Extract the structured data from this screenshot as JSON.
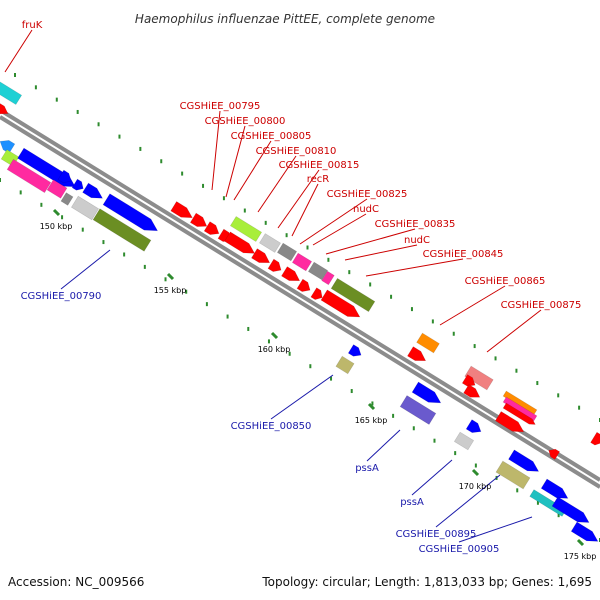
{
  "title": "Haemophilus influenzae PittEE, complete genome",
  "footer": {
    "accession": "Accession: NC_009566",
    "summary": "Topology: circular; Length: 1,813,033 bp; Genes: 1,695"
  },
  "colors": {
    "backbone": "#8c8c8c",
    "tick": "#2e8b2e",
    "label_red": "#cc0000",
    "label_blue": "#1a1aaa"
  },
  "ticks": [
    {
      "label": "150 kbp"
    },
    {
      "label": "155 kbp"
    },
    {
      "label": "160 kbp"
    },
    {
      "label": "165 kbp"
    },
    {
      "label": "170 kbp"
    },
    {
      "label": "175 kbp"
    }
  ],
  "gene_labels": [
    {
      "text": "fruK",
      "color": "red"
    },
    {
      "text": "CGSHiEE_00795",
      "color": "red"
    },
    {
      "text": "CGSHiEE_00800",
      "color": "red"
    },
    {
      "text": "CGSHiEE_00805",
      "color": "red"
    },
    {
      "text": "CGSHiEE_00810",
      "color": "red"
    },
    {
      "text": "CGSHiEE_00815",
      "color": "red"
    },
    {
      "text": "recR",
      "color": "red"
    },
    {
      "text": "CGSHiEE_00825",
      "color": "red"
    },
    {
      "text": "nudC",
      "color": "red"
    },
    {
      "text": "CGSHiEE_00835",
      "color": "red"
    },
    {
      "text": "nudC",
      "color": "red"
    },
    {
      "text": "CGSHiEE_00845",
      "color": "red"
    },
    {
      "text": "CGSHiEE_00865",
      "color": "red"
    },
    {
      "text": "CGSHiEE_00875",
      "color": "red"
    },
    {
      "text": "CGSHiEE_00790",
      "color": "blue"
    },
    {
      "text": "CGSHiEE_00850",
      "color": "blue"
    },
    {
      "text": "pssA",
      "color": "blue"
    },
    {
      "text": "pssA",
      "color": "blue"
    },
    {
      "text": "CGSHiEE_00895",
      "color": "blue"
    },
    {
      "text": "CGSHiEE_00905",
      "color": "blue"
    }
  ]
}
